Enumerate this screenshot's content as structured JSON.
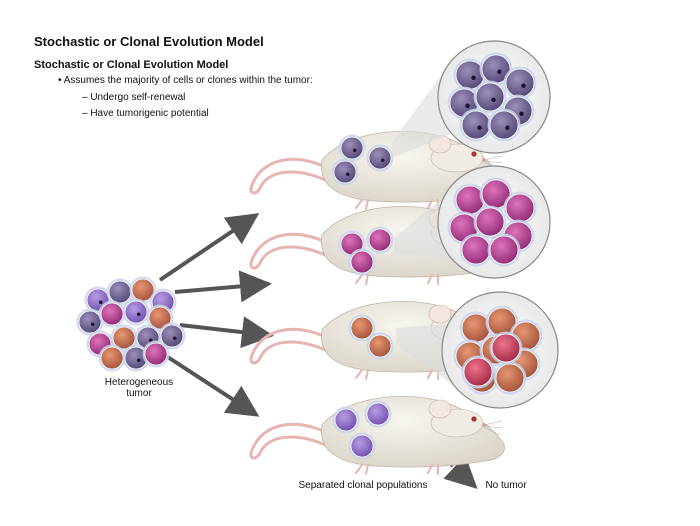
{
  "title": "Stochastic or Clonal Evolution Model",
  "subtitle": "Stochastic or Clonal Evolution Model",
  "bullet": "• Assumes the majority of cells or clones within the tumor:",
  "sub_bullets": [
    "– Undergo self-renewal",
    "– Have tumorigenic potential"
  ],
  "labels": {
    "tumor_line1": "Heterogeneous",
    "tumor_line2": "tumor",
    "separated": "Separated clonal populations",
    "no_tumor": "No tumor"
  },
  "colors": {
    "purple_cell": "#6a5a8c",
    "magenta_cell": "#b0388c",
    "orange_cell": "#c86a48",
    "violet_cell": "#8d6cc4",
    "mouse_body": "#ece8e0",
    "arrow": "#555555"
  }
}
